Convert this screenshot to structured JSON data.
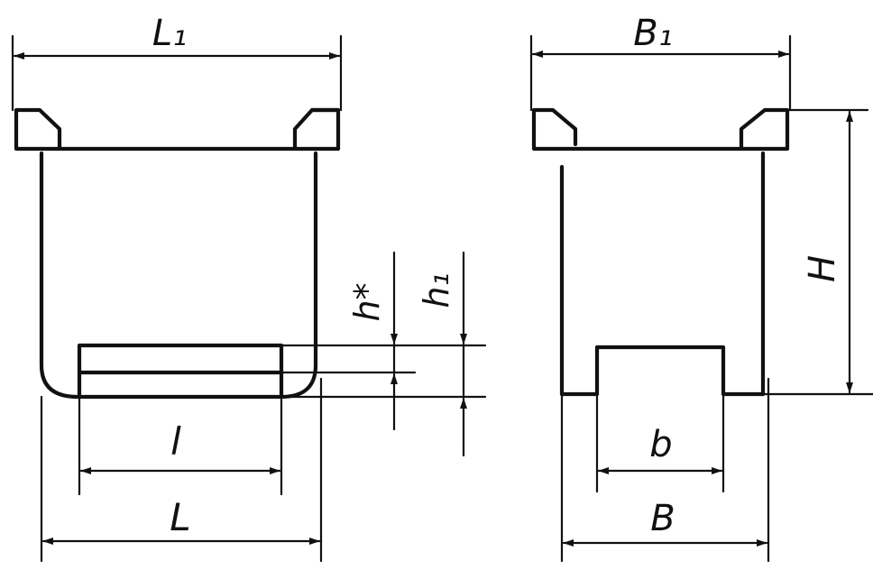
{
  "left_view": {
    "labels": {
      "top_width": "L₁",
      "inner_length": "l",
      "overall_length": "L"
    }
  },
  "right_view": {
    "labels": {
      "top_width": "B₁",
      "inner_width": "b",
      "overall_width": "B",
      "height": "H"
    }
  },
  "dimension_labels": {
    "h_star": "h*",
    "h1": "h₁"
  }
}
